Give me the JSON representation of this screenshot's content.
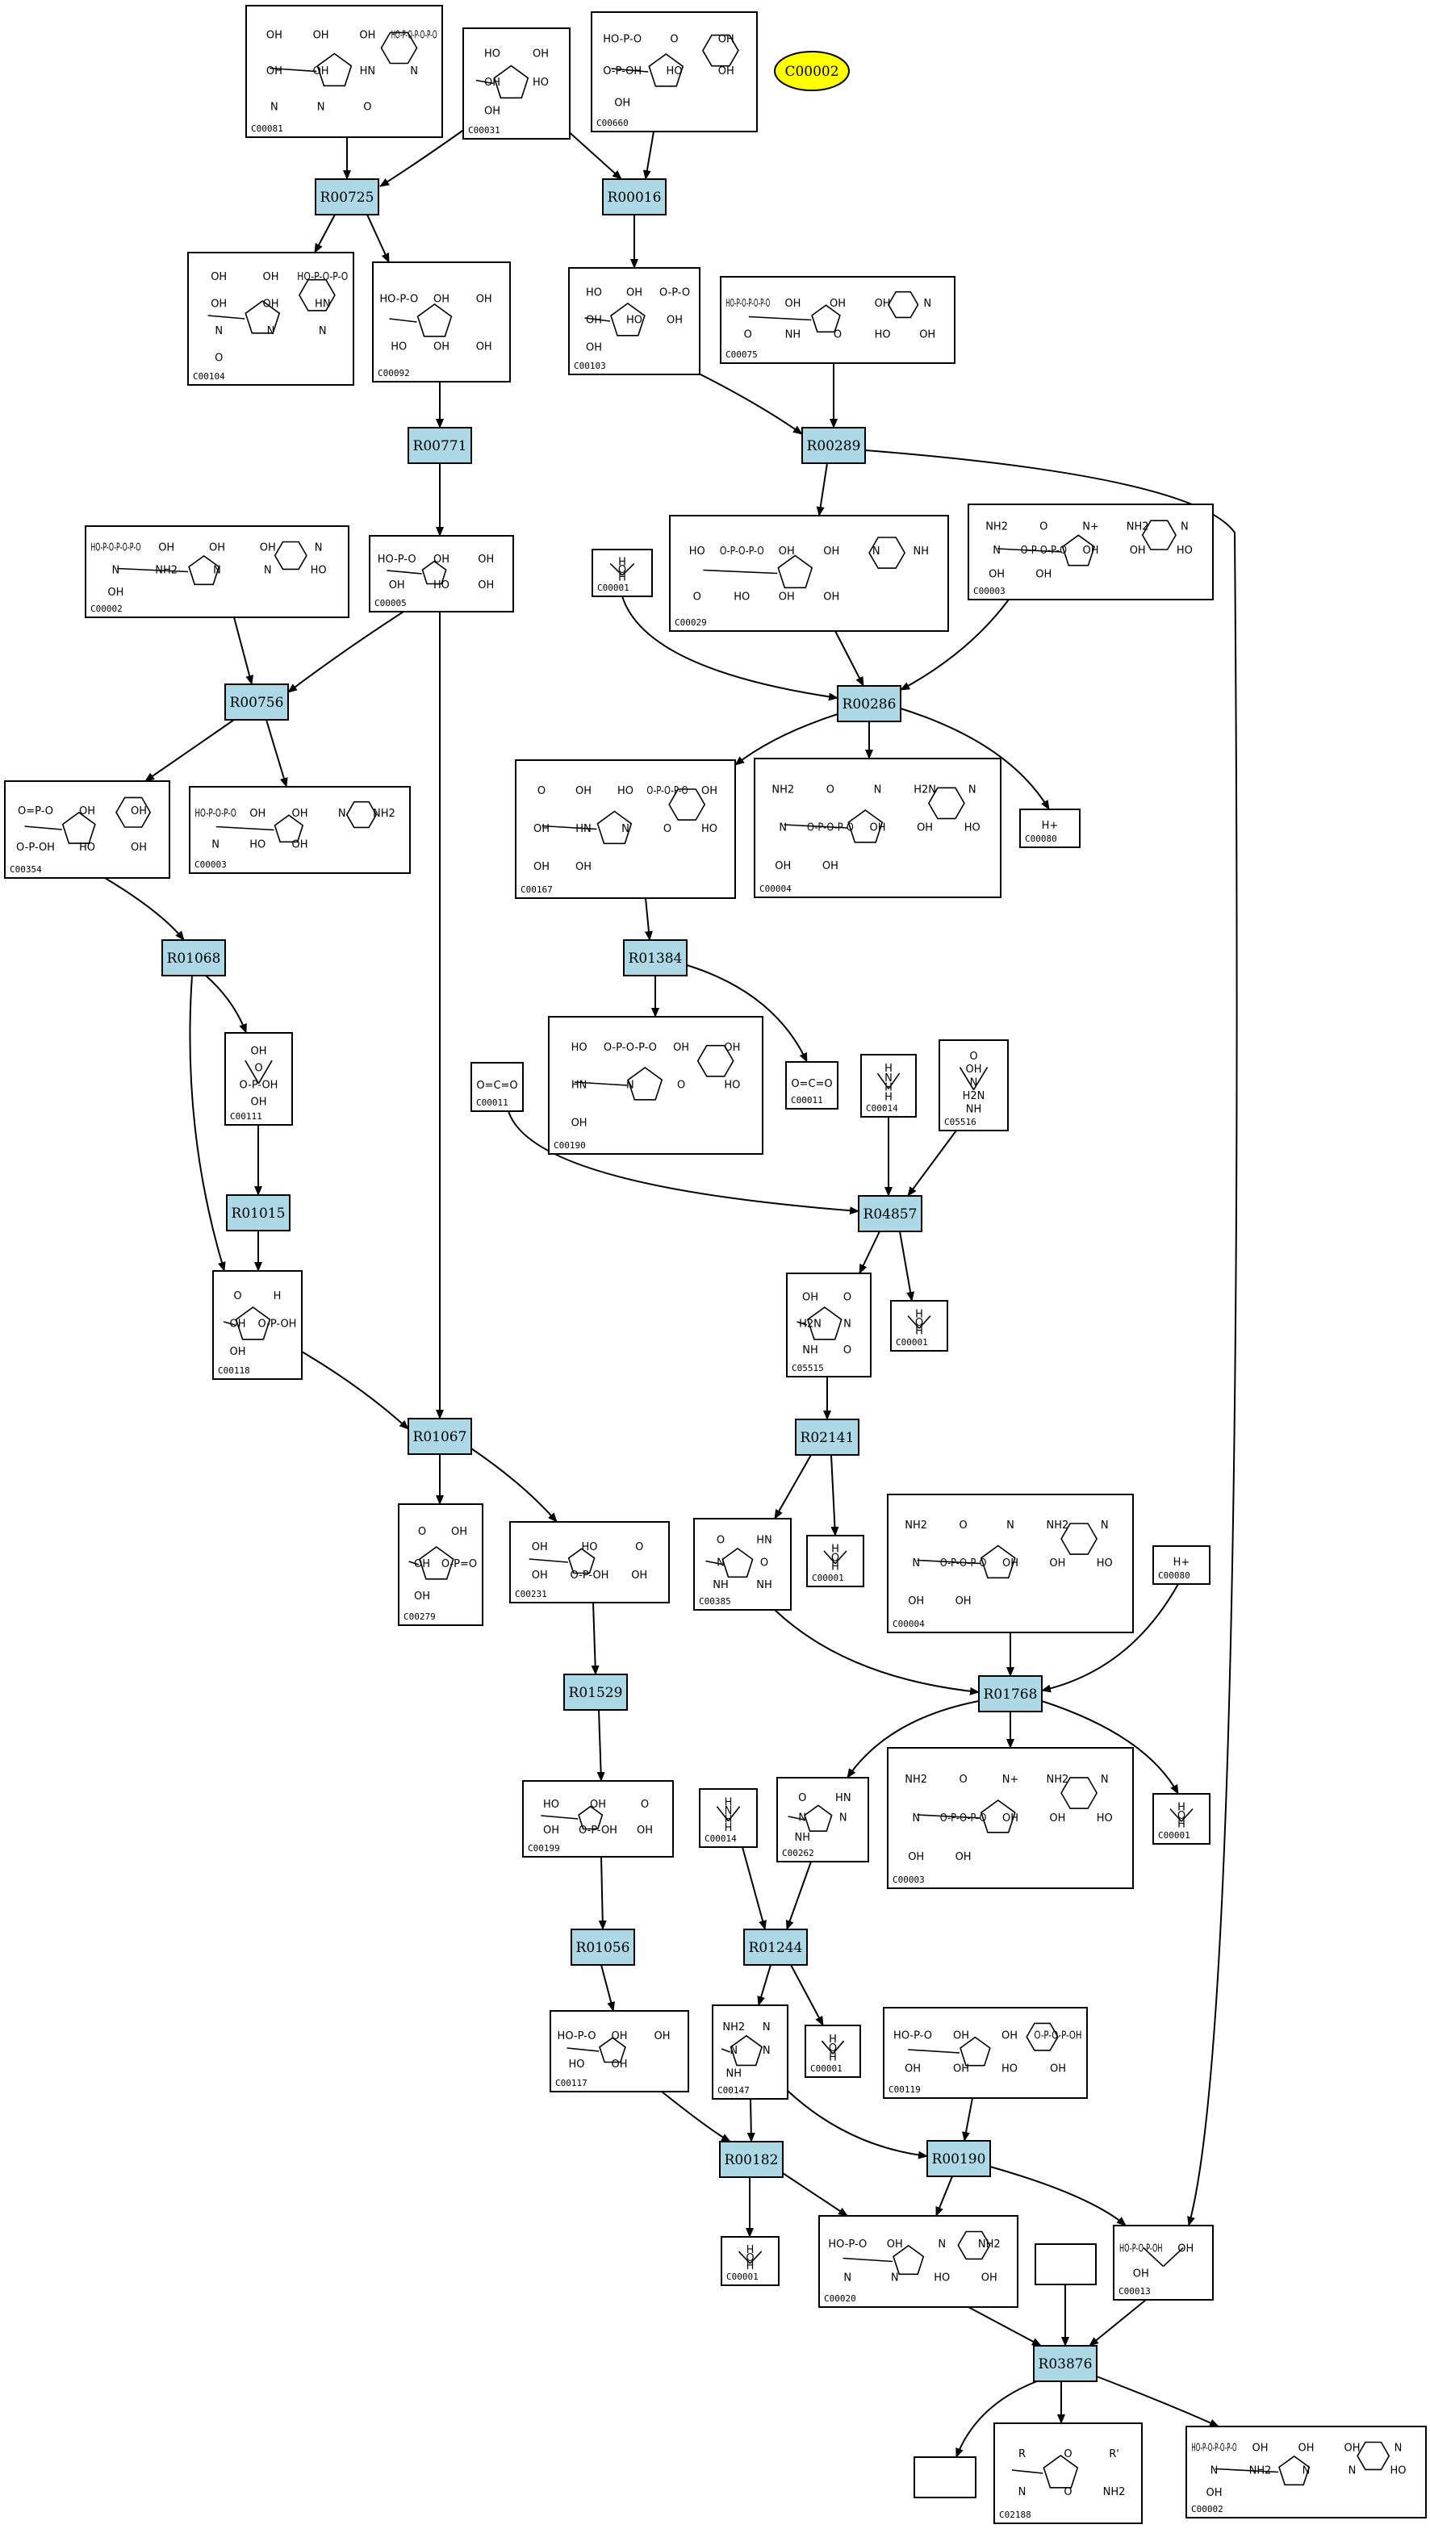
{
  "entry_marker": {
    "id": "C00002",
    "fill": "#ffff00"
  },
  "colors": {
    "reaction_fill": "#add8e6",
    "stroke": "#000000",
    "background": "#ffffff"
  },
  "reactions": [
    "R00725",
    "R00016",
    "R00771",
    "R00289",
    "R00756",
    "R00286",
    "R01068",
    "R01384",
    "R01015",
    "R04857",
    "R01067",
    "R02141",
    "R01768",
    "R01529",
    "R01056",
    "R01244",
    "R00182",
    "R00190",
    "R03876"
  ],
  "compounds": [
    {
      "key": "c00081",
      "id": "C00081",
      "labels": [
        "OH",
        "OH",
        "OH",
        "HO-P-O-P-O-P-O",
        "OH",
        "OH",
        "HN",
        "N",
        "N",
        "N",
        "O"
      ]
    },
    {
      "key": "c00031",
      "id": "C00031",
      "labels": [
        "HO",
        "OH",
        "OH",
        "HO",
        "OH"
      ]
    },
    {
      "key": "c00660",
      "id": "C00660",
      "labels": [
        "HO-P-O",
        "O",
        "OH",
        "O-P-OH",
        "HO",
        "OH",
        "OH"
      ]
    },
    {
      "key": "c00104",
      "id": "C00104",
      "labels": [
        "OH",
        "OH",
        "HO-P-O-P-O",
        "OH",
        "OH",
        "HN",
        "N",
        "N",
        "N",
        "O"
      ]
    },
    {
      "key": "c00092",
      "id": "C00092",
      "labels": [
        "HO-P-O",
        "OH",
        "OH",
        "HO",
        "OH",
        "OH"
      ]
    },
    {
      "key": "c00103",
      "id": "C00103",
      "labels": [
        "HO",
        "OH",
        "O-P-O",
        "OH",
        "HO",
        "OH",
        "OH"
      ]
    },
    {
      "key": "c00075",
      "id": "C00075",
      "labels": [
        "HO-P-O-P-O-P-O",
        "OH",
        "OH",
        "OH",
        "N",
        "O",
        "NH",
        "O",
        "HO",
        "OH"
      ]
    },
    {
      "key": "c00002_top",
      "id": "C00002",
      "labels": [
        "HO-P-O-P-O-P-O",
        "OH",
        "OH",
        "OH",
        "N",
        "N",
        "NH2",
        "N",
        "N",
        "HO",
        "OH"
      ]
    },
    {
      "key": "c00005",
      "id": "C00005",
      "labels": [
        "HO-P-O",
        "OH",
        "OH",
        "OH",
        "HO",
        "OH"
      ]
    },
    {
      "key": "c00001_a",
      "id": "C00001",
      "labels": [
        "H",
        "O",
        "H"
      ]
    },
    {
      "key": "c00029",
      "id": "C00029",
      "labels": [
        "HO",
        "O-P-O-P-O",
        "OH",
        "OH",
        "N",
        "NH",
        "O",
        "HO",
        "OH",
        "OH"
      ]
    },
    {
      "key": "c00003_a",
      "id": "C00003",
      "labels": [
        "NH2",
        "O",
        "N+",
        "NH2",
        "N",
        "N",
        "O-P-O-P-O",
        "OH",
        "OH",
        "HO",
        "OH",
        "OH"
      ]
    },
    {
      "key": "c00354",
      "id": "C00354",
      "labels": [
        "O=P-O",
        "OH",
        "OH",
        "O-P-OH",
        "HO",
        "OH"
      ]
    },
    {
      "key": "c00003_b",
      "id": "C00003",
      "labels": [
        "HO-P-O-P-O",
        "OH",
        "OH",
        "N",
        "NH2",
        "N",
        "HO",
        "OH"
      ]
    },
    {
      "key": "c00167",
      "id": "C00167",
      "labels": [
        "O",
        "OH",
        "HO",
        "O-P-O-P-O",
        "OH",
        "OH",
        "HN",
        "N",
        "O",
        "HO",
        "OH",
        "OH"
      ]
    },
    {
      "key": "c00004_a",
      "id": "C00004",
      "labels": [
        "NH2",
        "O",
        "N",
        "H2N",
        "N",
        "N",
        "O-P-O-P-O",
        "OH",
        "OH",
        "HO",
        "OH",
        "OH"
      ]
    },
    {
      "key": "c00080_a",
      "id": "C00080",
      "labels": [
        "H+"
      ]
    },
    {
      "key": "c00111",
      "id": "C00111",
      "labels": [
        "OH",
        "O",
        "O-P-OH",
        "OH"
      ]
    },
    {
      "key": "c00190",
      "id": "C00190",
      "labels": [
        "HO",
        "O-P-O-P-O",
        "OH",
        "OH",
        "HN",
        "N",
        "O",
        "HO",
        "OH"
      ]
    },
    {
      "key": "c00011_a",
      "id": "C00011",
      "labels": [
        "O=C=O"
      ]
    },
    {
      "key": "c00014_a",
      "id": "C00014",
      "labels": [
        "H",
        "N",
        "H",
        "H"
      ]
    },
    {
      "key": "c05516",
      "id": "C05516",
      "labels": [
        "O",
        "OH",
        "N",
        "H2N",
        "NH"
      ]
    },
    {
      "key": "c00011_b",
      "id": "C00011",
      "labels": [
        "O=C=O"
      ]
    },
    {
      "key": "c00118",
      "id": "C00118",
      "labels": [
        "O",
        "H",
        "OH",
        "O-P-OH",
        "OH"
      ]
    },
    {
      "key": "c05515",
      "id": "C05515",
      "labels": [
        "OH",
        "O",
        "H2N",
        "N",
        "NH",
        "O"
      ]
    },
    {
      "key": "c00001_b",
      "id": "C00001",
      "labels": [
        "H",
        "O",
        "H"
      ]
    },
    {
      "key": "c00279",
      "id": "C00279",
      "labels": [
        "O",
        "OH",
        "OH",
        "O-P=O",
        "OH"
      ]
    },
    {
      "key": "c00231",
      "id": "C00231",
      "labels": [
        "OH",
        "HO",
        "O",
        "OH",
        "O-P-OH",
        "OH"
      ]
    },
    {
      "key": "c00385",
      "id": "C00385",
      "labels": [
        "O",
        "HN",
        "N",
        "O",
        "NH",
        "NH"
      ]
    },
    {
      "key": "c00001_c",
      "id": "C00001",
      "labels": [
        "H",
        "O",
        "H"
      ]
    },
    {
      "key": "c00004_b",
      "id": "C00004",
      "labels": [
        "NH2",
        "O",
        "N",
        "NH2",
        "N",
        "N",
        "O-P-O-P-O",
        "OH",
        "OH",
        "HO",
        "OH",
        "OH"
      ]
    },
    {
      "key": "c00080_b",
      "id": "C00080",
      "labels": [
        "H+"
      ]
    },
    {
      "key": "c00199",
      "id": "C00199",
      "labels": [
        "HO",
        "OH",
        "O",
        "OH",
        "O-P-OH",
        "OH"
      ]
    },
    {
      "key": "c00014_b",
      "id": "C00014",
      "labels": [
        "H",
        "N",
        "H",
        "H"
      ]
    },
    {
      "key": "c00262",
      "id": "C00262",
      "labels": [
        "O",
        "HN",
        "N",
        "N",
        "NH"
      ]
    },
    {
      "key": "c00003_c",
      "id": "C00003",
      "labels": [
        "NH2",
        "O",
        "N+",
        "NH2",
        "N",
        "N",
        "O-P-O-P-O",
        "OH",
        "OH",
        "HO",
        "OH",
        "OH"
      ]
    },
    {
      "key": "c00001_d",
      "id": "C00001",
      "labels": [
        "H",
        "O",
        "H"
      ]
    },
    {
      "key": "c00117",
      "id": "C00117",
      "labels": [
        "HO-P-O",
        "OH",
        "OH",
        "HO",
        "OH"
      ]
    },
    {
      "key": "c00147",
      "id": "C00147",
      "labels": [
        "NH2",
        "N",
        "N",
        "N",
        "NH"
      ]
    },
    {
      "key": "c00001_e",
      "id": "C00001",
      "labels": [
        "H",
        "O",
        "H"
      ]
    },
    {
      "key": "c00119",
      "id": "C00119",
      "labels": [
        "HO-P-O",
        "OH",
        "OH",
        "O-P-O-P-OH",
        "OH",
        "OH",
        "HO",
        "OH"
      ]
    },
    {
      "key": "c00001_f",
      "id": "C00001",
      "labels": [
        "H",
        "O",
        "H"
      ]
    },
    {
      "key": "c00020",
      "id": "C00020",
      "labels": [
        "HO-P-O",
        "OH",
        "N",
        "NH2",
        "N",
        "N",
        "HO",
        "OH"
      ]
    },
    {
      "key": "c00013",
      "id": "C00013",
      "labels": [
        "HO-P-O-P-OH",
        "OH",
        "OH"
      ]
    },
    {
      "key": "blank_a",
      "id": "",
      "labels": []
    },
    {
      "key": "blank_b",
      "id": "",
      "labels": []
    },
    {
      "key": "c02188",
      "id": "C02188",
      "labels": [
        "R",
        "O",
        "R'",
        "N",
        "O",
        "NH2"
      ]
    },
    {
      "key": "c00002_bottom",
      "id": "C00002",
      "labels": [
        "HO-P-O-P-O-P-O",
        "OH",
        "OH",
        "OH",
        "N",
        "N",
        "NH2",
        "N",
        "N",
        "HO",
        "OH"
      ]
    }
  ]
}
